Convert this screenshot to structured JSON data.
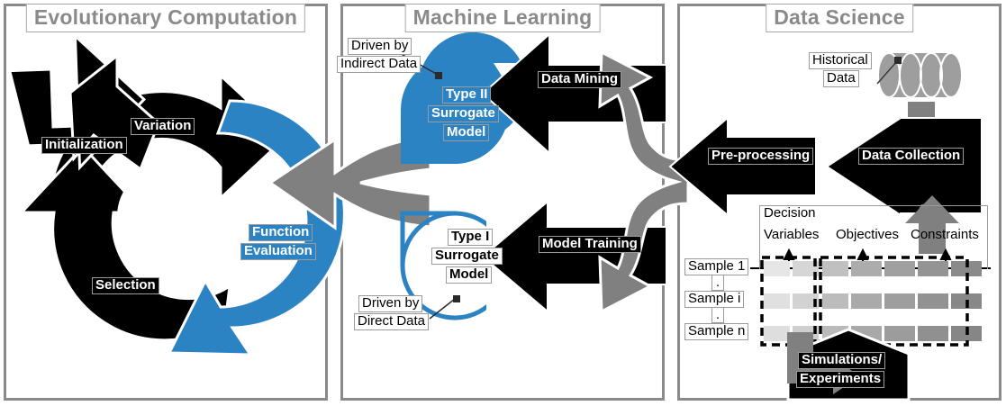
{
  "diagram": {
    "title": "Surrogate-assisted evolutionary computation / machine learning / data science pipeline",
    "colors": {
      "blue": "#2b83c3",
      "black": "#000000",
      "gray_arrow": "#808080",
      "panel_border": "#8a8a8a",
      "title_text": "#8a8a8a",
      "cell_lightest": "#e3e3e3",
      "cell_darkest": "#6e6e6e"
    }
  },
  "panels": [
    {
      "id": "evolutionary-computation",
      "title": "Evolutionary Computation"
    },
    {
      "id": "machine-learning",
      "title": "Machine Learning"
    },
    {
      "id": "data-science",
      "title": "Data Science"
    }
  ],
  "evolutionary_computation": {
    "cycle_steps": [
      {
        "key": "initialization",
        "label": "Initialization",
        "style": "black"
      },
      {
        "key": "variation",
        "label": "Variation",
        "style": "black"
      },
      {
        "key": "function-evaluation",
        "label_line1": "Function",
        "label_line2": "Evaluation",
        "style": "blue"
      },
      {
        "key": "selection",
        "label": "Selection",
        "style": "black"
      }
    ]
  },
  "machine_learning": {
    "surrogates": [
      {
        "key": "type-2",
        "line1": "Type II",
        "line2": "Surrogate",
        "line3": "Model",
        "fill": "solid-blue",
        "callout_line1": "Driven by",
        "callout_line2": "Indirect Data",
        "feeder_label": "Data Mining"
      },
      {
        "key": "type-1",
        "line1": "Type I",
        "line2": "Surrogate",
        "line3": "Model",
        "fill": "outline-blue",
        "callout_line1": "Driven by",
        "callout_line2": "Direct Data",
        "feeder_label": "Model Training"
      }
    ]
  },
  "data_science": {
    "historical_data": {
      "line1": "Historical",
      "line2": "Data",
      "icon": "database-cylinder-icon"
    },
    "flow_arrows": [
      {
        "key": "pre-processing",
        "label": "Pre-processing"
      },
      {
        "key": "data-collection",
        "label": "Data Collection"
      }
    ],
    "table": {
      "column_groups": [
        {
          "key": "decision-variables",
          "line1": "Decision",
          "line2": "Variables",
          "cells": 2
        },
        {
          "key": "objectives",
          "line1": "",
          "line2": "Objectives",
          "cells": 3
        },
        {
          "key": "constraints",
          "line1": "",
          "line2": "Constraints",
          "cells": 3
        }
      ],
      "row_labels": [
        "Sample 1",
        "Sample i",
        "Sample n"
      ],
      "row_separators": [
        ".",
        "."
      ],
      "cell_shades": [
        [
          "#e6e6e6",
          "#d6d6d6",
          "#c0c0c0",
          "#acacac",
          "#a0a0a0",
          "#949494",
          "#8a8a8a",
          "#808080"
        ],
        [
          "#e6e6e6",
          "#d6d6d6",
          "#c0c0c0",
          "#acacac",
          "#a0a0a0",
          "#949494",
          "#8a8a8a",
          "#808080"
        ],
        [
          "#e6e6e6",
          "#d6d6d6",
          "#c0c0c0",
          "#acacac",
          "#a0a0a0",
          "#949494",
          "#8a8a8a",
          "#808080"
        ]
      ]
    },
    "simulations": {
      "line1": "Simulations/",
      "line2": "Experiments"
    }
  }
}
